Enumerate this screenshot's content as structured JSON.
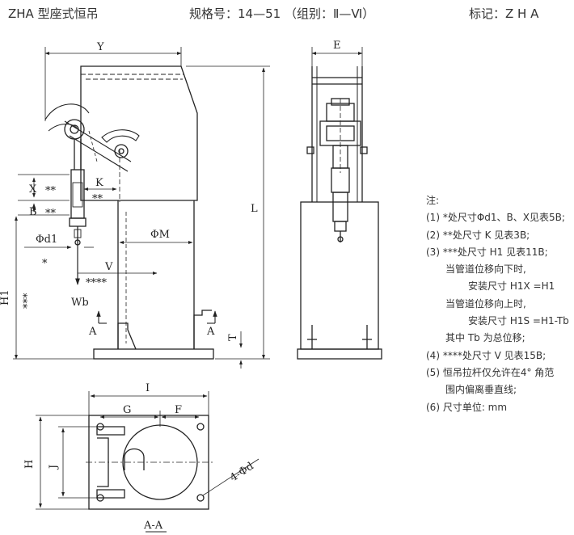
{
  "header": {
    "model": "ZHA 型座式恒吊",
    "spec": "规格号：14—51 （组别：Ⅱ—Ⅵ）",
    "mark": "标记：Z H A"
  },
  "dimensions": {
    "Y": "Y",
    "E": "E",
    "L": "L",
    "X": "X",
    "B": "B",
    "X_star": "**",
    "B_star": "**",
    "K": "K",
    "K_star": "**",
    "PhiD1": "Φd1",
    "PhiD1_star": "*",
    "PhiM": "ΦM",
    "V": "V",
    "V_star": "****",
    "H1": "H1",
    "H1_star": "***",
    "Wb": "Wb",
    "section_left": "A",
    "section_right": "A",
    "T": "T",
    "I": "I",
    "G": "G",
    "F": "F",
    "H": "H",
    "J": "J",
    "holes": "4-Φd",
    "section_view": "A-A"
  },
  "notes": {
    "title": "注:",
    "lines": [
      "(1) *处尺寸Φd1、B、X见表5B;",
      "(2) **处尺寸 K 见表3B;",
      "(3) ***处尺寸 H1 见表11B;",
      "当管道位移向下时,",
      "安装尺寸 H1X =H1",
      "当管道位移向上时,",
      "安装尺寸 H1S =H1-Tb",
      "其中 Tb 为总位移;",
      "(4) ****处尺寸 V 见表15B;",
      "(5) 恒吊拉杆仅允许在4° 角范",
      "围内偏离垂直线;",
      "(6) 尺寸单位: mm"
    ]
  }
}
